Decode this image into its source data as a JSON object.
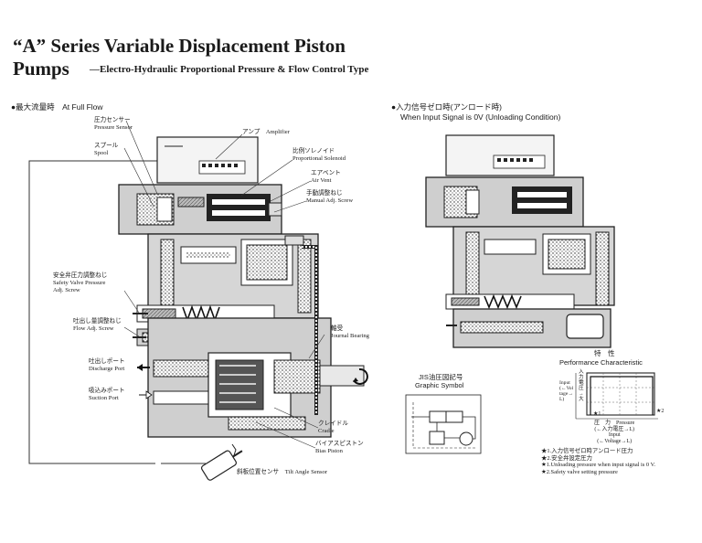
{
  "header": {
    "title_line1": "“A” Series Variable Displacement Piston",
    "title_pumps": "Pumps",
    "subtitle": "—Electro-Hydraulic Proportional Pressure & Flow Control Type"
  },
  "left_section": {
    "heading": "●最大流量時　At Full Flow",
    "labels": {
      "pressure_sensor_jp": "圧力センサー",
      "pressure_sensor_en": "Pressure Sensor",
      "spool_jp": "スプール",
      "spool_en": "Spool",
      "amplifier": "アンプ　Amplifier",
      "prop_solenoid_jp": "比例ソレノイド",
      "prop_solenoid_en": "Proportional Solenoid",
      "air_vent_jp": "エアベント",
      "air_vent_en": "Air Vent",
      "manual_adj_jp": "手動調整ねじ",
      "manual_adj_en": "Manual Adj. Screw",
      "safety_valve_jp": "安全弁圧力調整ねじ",
      "safety_valve_en1": "Safety Valve Pressure",
      "safety_valve_en2": "Adj. Screw",
      "flow_adj_jp": "吐出し量調整ねじ",
      "flow_adj_en": "Flow Adj. Screw",
      "discharge_jp": "吐出しポート",
      "discharge_en": "Discharge Port",
      "suction_jp": "吸込みポート",
      "suction_en": "Suction Port",
      "journal_jp": "軸受",
      "journal_en": "Journal Bearing",
      "cradle_jp": "クレイドル",
      "cradle_en": "Cradle",
      "bias_jp": "バイアスピストン",
      "bias_en": "Bias Piston",
      "tilt_sensor": "斜板位置センサ　Tilt Angle Sensor"
    }
  },
  "right_section": {
    "heading_jp": "●入力信号ゼロ時(アンロード時)",
    "heading_en": "When Input Signal is 0V (Unloading Condition)",
    "jis_jp": "JIS油圧図記号",
    "jis_en": "Graphic Symbol",
    "perf_jp": "特　性",
    "perf_en": "Performance Characteristic",
    "chart_x_jp": "圧　力　Pressure",
    "chart_x_jp2": "(←入力電圧→L)",
    "chart_x_en1": "Input",
    "chart_x_en2": "(←Voltage→L)",
    "chart_y_en": "Input (←Voltage→L)",
    "chart_y_jp": "入力電圧→大",
    "marker1": "★1",
    "marker2": "★2",
    "notes": [
      "★1.入力信号ゼロ時アンロード圧力",
      "★2.安全弁設定圧力",
      "★1.Unloading pressure when input signal is 0 V.",
      "★2.Safety valve setting pressure"
    ]
  }
}
